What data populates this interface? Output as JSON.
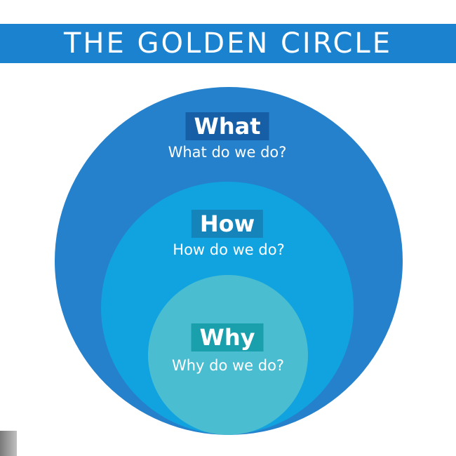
{
  "header": {
    "title": "THE GOLDEN CIRCLE"
  },
  "rings": [
    {
      "label": "What",
      "question": "What do we do?"
    },
    {
      "label": "How",
      "question": "How do we do?"
    },
    {
      "label": "Why",
      "question": "Why do we do?"
    }
  ],
  "colors": {
    "title_bar": "#1a82cf",
    "outer_ring": "#2581cb",
    "middle_ring": "#10a3e0",
    "inner_ring": "#4bbdd1",
    "what_tag": "#165ea5",
    "how_tag": "#1484bb",
    "why_tag": "#1aa0ad",
    "text": "#ffffff"
  }
}
